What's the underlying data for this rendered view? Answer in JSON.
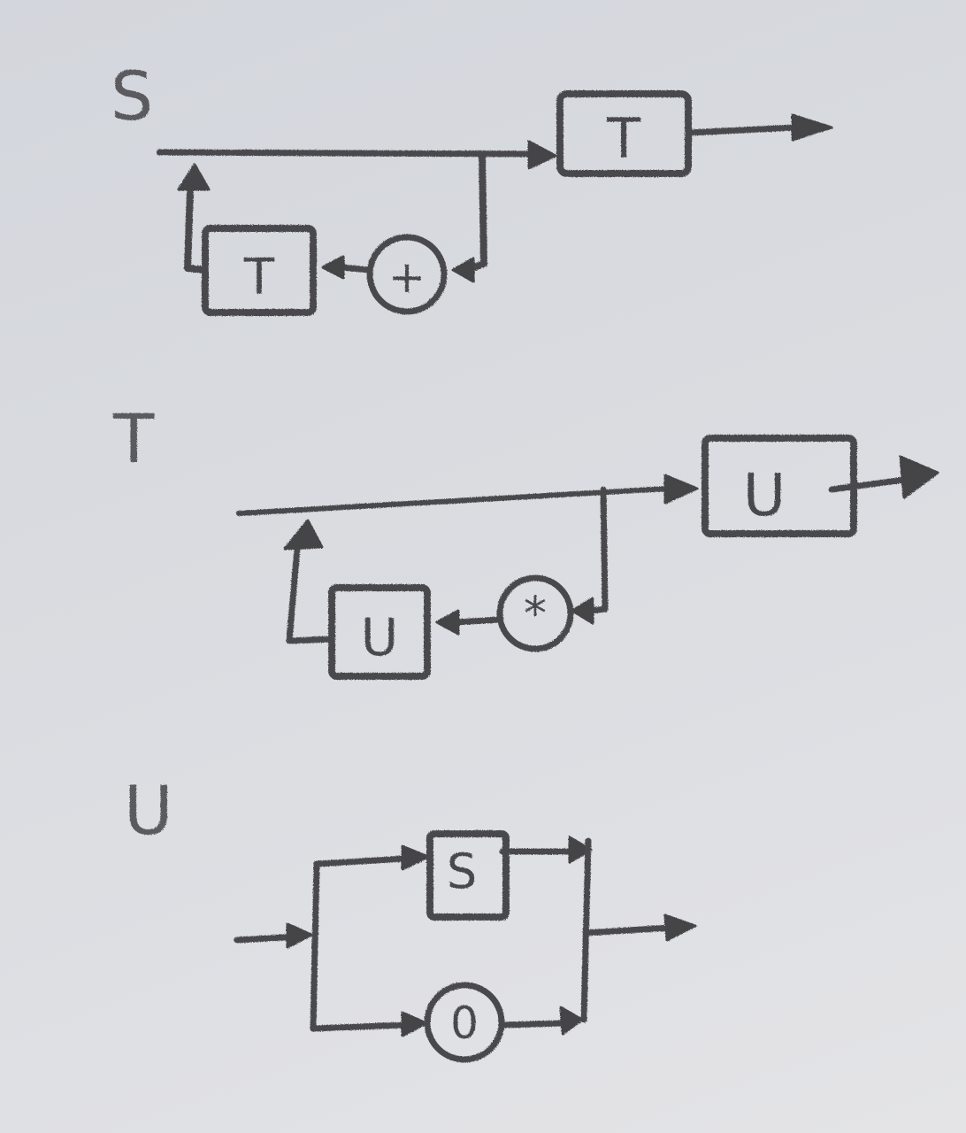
{
  "diagrams": {
    "s": {
      "title": "S",
      "main_block": "T",
      "feedback_block": "T",
      "feedback_operator": "+"
    },
    "t": {
      "title": "T",
      "main_block": "U",
      "feedback_block": "U",
      "feedback_operator": "*"
    },
    "u": {
      "title": "U",
      "upper_block": "S",
      "lower_operator": "0"
    }
  },
  "colors": {
    "pencil": "#4a4a4d",
    "paper": "#dcdde1"
  }
}
